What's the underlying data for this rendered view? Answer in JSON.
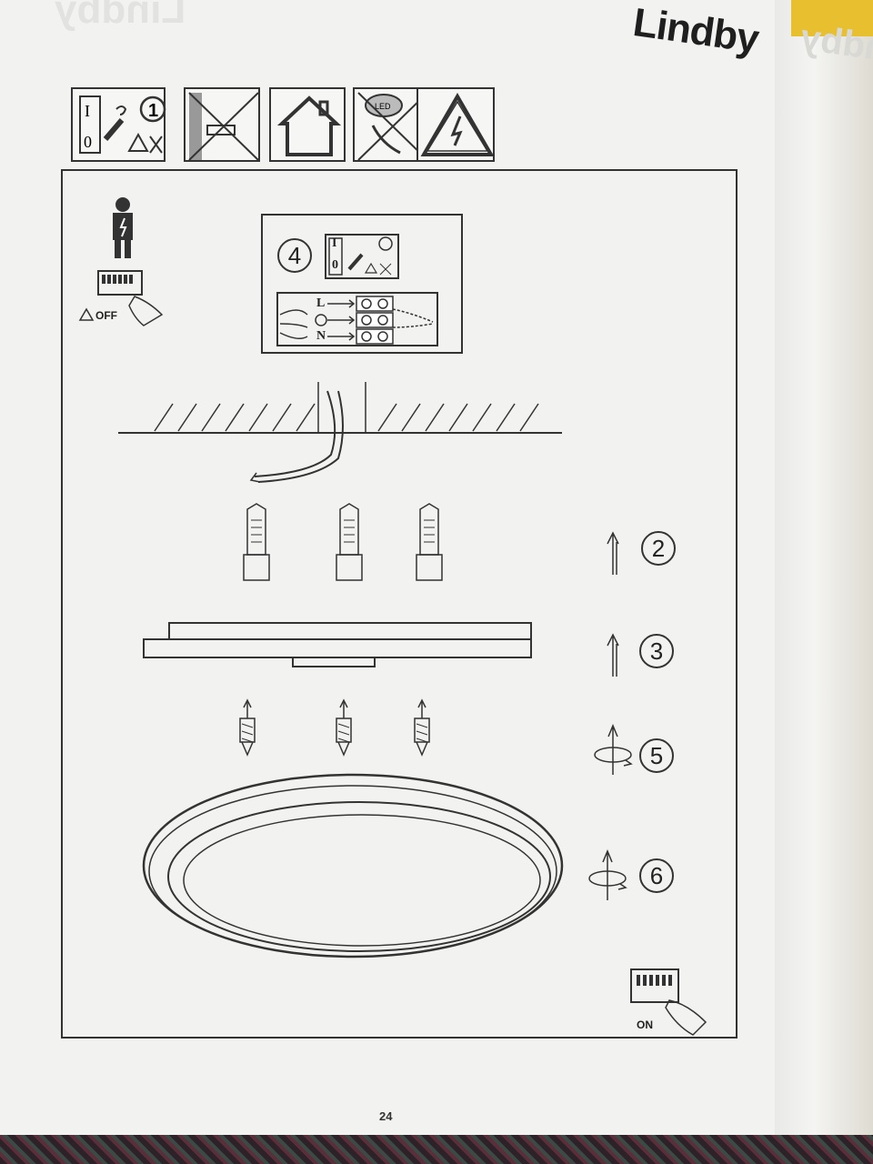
{
  "header": {
    "brand": "Lindby"
  },
  "warning_icons": [
    {
      "name": "switch-off-icon",
      "num": "1"
    },
    {
      "name": "no-drill-pipe-icon"
    },
    {
      "name": "indoor-use-icon"
    },
    {
      "name": "led-not-replaceable-icon",
      "text": "LED"
    },
    {
      "name": "electric-shock-icon"
    }
  ],
  "left_panel": {
    "off_label": "OFF"
  },
  "detail": {
    "step": "4",
    "switch_i": "I",
    "switch_0": "0",
    "wires": [
      "L",
      "N"
    ]
  },
  "steps": [
    {
      "num": "2",
      "icon": "arrow-up-icon"
    },
    {
      "num": "3",
      "icon": "arrow-up-icon"
    },
    {
      "num": "5",
      "icon": "rotate-icon"
    },
    {
      "num": "6",
      "icon": "rotate-icon"
    }
  ],
  "bottom": {
    "on_label": "ON"
  },
  "footer": {
    "page_number": "24"
  },
  "colors": {
    "ink": "#333333",
    "paper": "#f2f2f0",
    "accent_yellow": "#e8bf2e"
  }
}
